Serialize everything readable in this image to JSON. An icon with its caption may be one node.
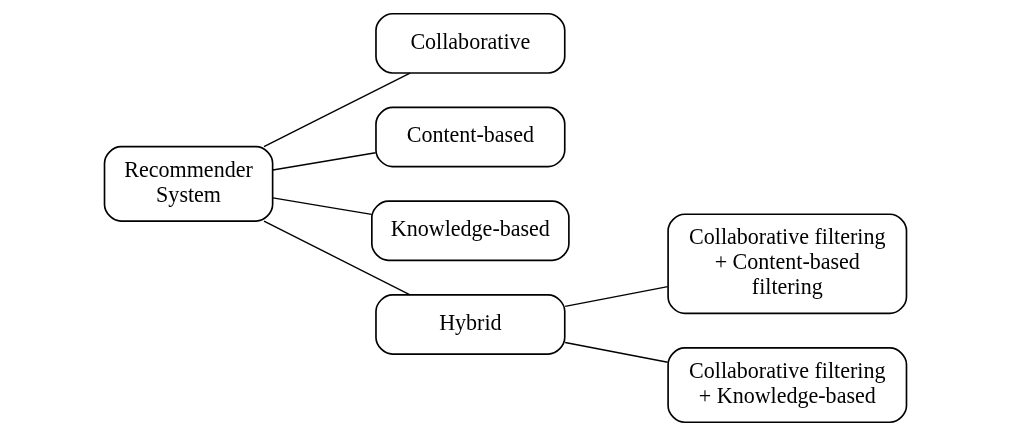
{
  "diagram": {
    "nodes": [
      {
        "text": [
          "Recommender System"
        ]
      },
      {
        "text": [
          "Collaborative"
        ]
      },
      {
        "text": [
          "Content-based"
        ]
      },
      {
        "text": [
          "Knowledge-based"
        ]
      },
      {
        "text": [
          "Hybrid"
        ]
      },
      {
        "text": [
          "Collaborative filtering + Content-based filtering"
        ]
      },
      {
        "text": [
          "Collaborative filtering + Knowledge-based"
        ]
      }
    ],
    "edges": [
      {
        "from": 0,
        "to": 1,
        "arrow": "none"
      },
      {
        "from": 0,
        "to": 2,
        "arrow": "none"
      },
      {
        "from": 0,
        "to": 3,
        "arrow": "none"
      },
      {
        "from": 0,
        "to": 4,
        "arrow": "none"
      },
      {
        "from": 4,
        "to": 5,
        "arrow": "none"
      },
      {
        "from": 4,
        "to": 6,
        "arrow": "none"
      }
    ]
  }
}
